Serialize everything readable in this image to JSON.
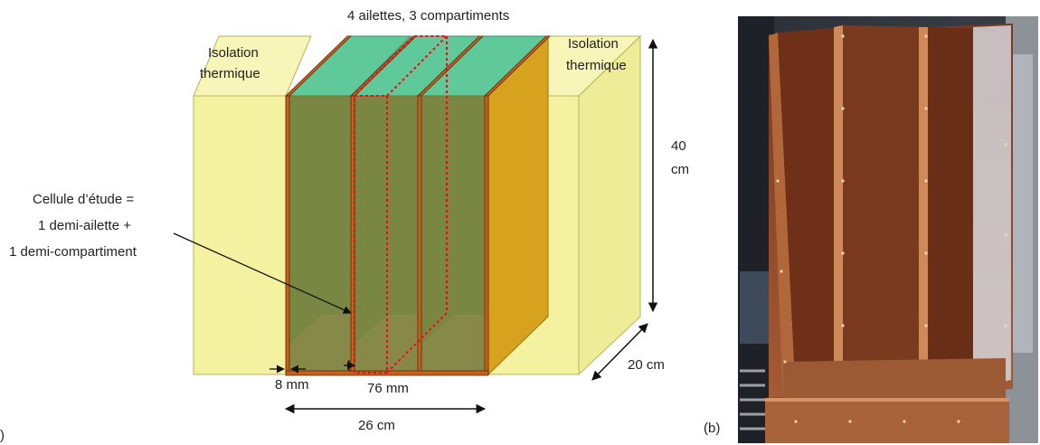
{
  "diagram": {
    "top_label": "4 ailettes, 3 compartiments",
    "insulation_left": [
      "Isolation",
      "thermique"
    ],
    "insulation_right": [
      "Isolation",
      "thermique"
    ],
    "height_dim": [
      "40",
      "cm"
    ],
    "depth_dim": "20 cm",
    "width_dim": "26 cm",
    "fin_thickness_dim": "8 mm",
    "compartment_dim": "76 mm",
    "cell_annotation": [
      "Cellule d’étude =",
      "1 demi-ailette +",
      "1 demi-compartiment"
    ],
    "panel_a_label": ")",
    "panel_b_label": "(b)"
  },
  "colors": {
    "insulation": "#f4f2a0",
    "insulation_edge": "#b8b45a",
    "fin_copper": "#c8601c",
    "compartment_green": "#6a7a2e",
    "compartment_top": "#5fc99a",
    "highlight_cell": "#e0101a",
    "amber_back": "#d7a21e"
  },
  "photo": {
    "description_icon": "copper-heat-exchanger-photo"
  }
}
